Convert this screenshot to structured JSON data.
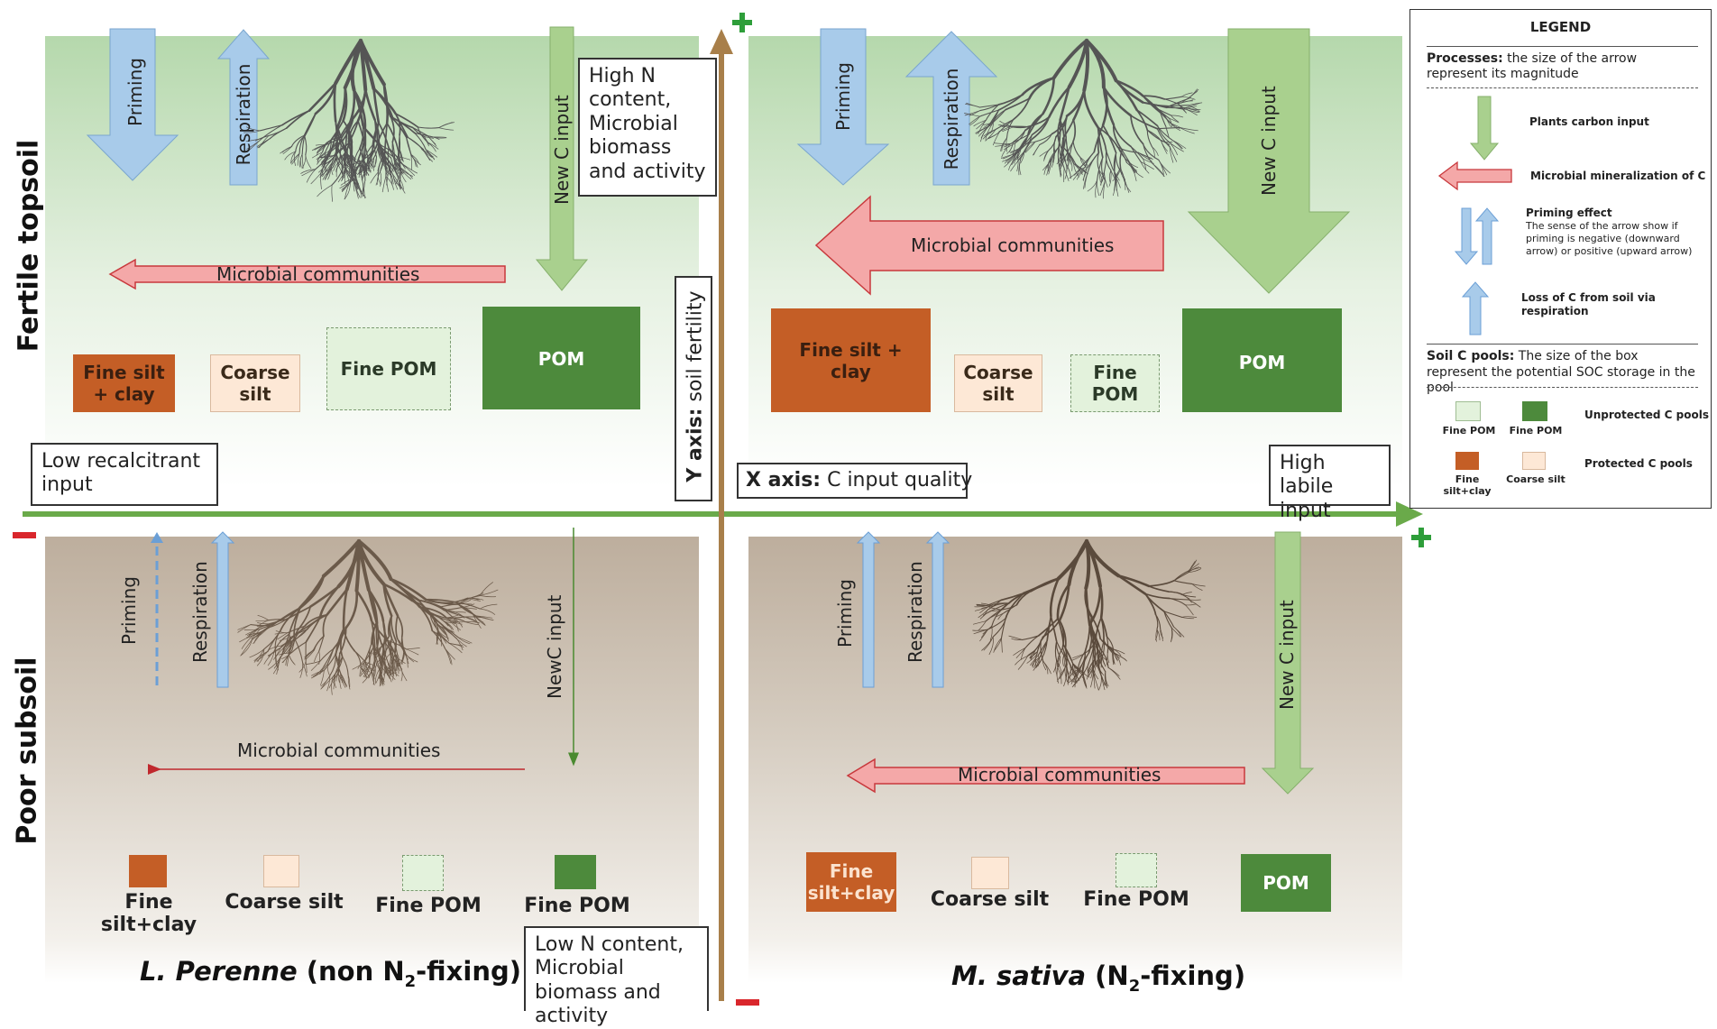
{
  "rows": {
    "top": "Fertile topsoil",
    "bottom": "Poor subsoil"
  },
  "axes": {
    "y_label_bold": "Y axis:",
    "y_label_text": " soil fertility",
    "x_label_bold": "X axis:",
    "x_label_text": " C input quality",
    "plus": "+",
    "minus": "−"
  },
  "notes": {
    "top_right_n": "High N content, Microbial biomass and activity",
    "bottom_n": "Low N content, Microbial biomass and activity",
    "low_input": "Low recalcitrant input",
    "high_input": "High labile input"
  },
  "captions": {
    "left_species": "L. Perenne",
    "left_desc_pre": " (non N",
    "left_sub": "2",
    "left_desc_post": "-fixing)",
    "right_species": "M. sativa",
    "right_desc_pre": " (N",
    "right_sub": "2",
    "right_desc_post": "-fixing)"
  },
  "quadrants": {
    "top_left": {
      "priming": "Priming",
      "respiration": "Respiration",
      "new_c": "New C input",
      "microbial": "Microbial communities",
      "pools": {
        "fine_silt": "Fine silt + clay",
        "coarse_silt": "Coarse silt",
        "fine_pom": "Fine POM",
        "pom": "POM"
      }
    },
    "top_right": {
      "priming": "Priming",
      "respiration": "Respiration",
      "new_c": "New C input",
      "microbial": "Microbial communities",
      "pools": {
        "fine_silt": "Fine silt + clay",
        "coarse_silt": "Coarse silt",
        "fine_pom": "Fine POM",
        "pom": "POM"
      }
    },
    "bottom_left": {
      "priming": "Priming",
      "respiration": "Respiration",
      "new_c": "NewC input",
      "microbial": "Microbial communities",
      "pools": {
        "fine_silt": "Fine silt+clay",
        "coarse_silt": "Coarse silt",
        "fine_pom": "Fine POM",
        "pom": "Fine POM"
      }
    },
    "bottom_right": {
      "priming": "Priming",
      "respiration": "Respiration",
      "new_c": "New C input",
      "microbial": "Microbial communities",
      "pools": {
        "fine_silt": "Fine silt+clay",
        "coarse_silt": "Coarse silt",
        "fine_pom": "Fine POM",
        "pom": "POM"
      }
    }
  },
  "legend": {
    "title": "LEGEND",
    "processes_bold": "Processes:",
    "processes_text": " the size of the arrow represent its magnitude",
    "plants_input": "Plants carbon input",
    "microbial_min": "Microbial mineralization of C",
    "priming_title": "Priming effect",
    "priming_text": "The sense of the arrow show if priming is negative (downward arrow) or positive (upward arrow)",
    "loss": "Loss of C from soil via respiration",
    "pools_bold": "Soil C pools:",
    "pools_text": " The size of the box represent the potential SOC storage in the pool",
    "fine_pom": "Fine POM",
    "fine_pom2": "Fine POM",
    "unprotected": "Unprotected C pools",
    "fine_silt": "Fine silt+clay",
    "coarse_silt": "Coarse silt",
    "protected": "Protected C pools"
  },
  "colors": {
    "green_arrow": "#a9d08e",
    "blue_arrow": "#a8cbea",
    "red_arrow": "#f4a8a8",
    "fine_silt": "#c45e26",
    "coarse_silt": "#fde8d6",
    "fine_pom": "#e3f2dc",
    "pom": "#4d8a3c",
    "x_axis": "#6aaa4a",
    "y_axis": "#a87f4a"
  }
}
